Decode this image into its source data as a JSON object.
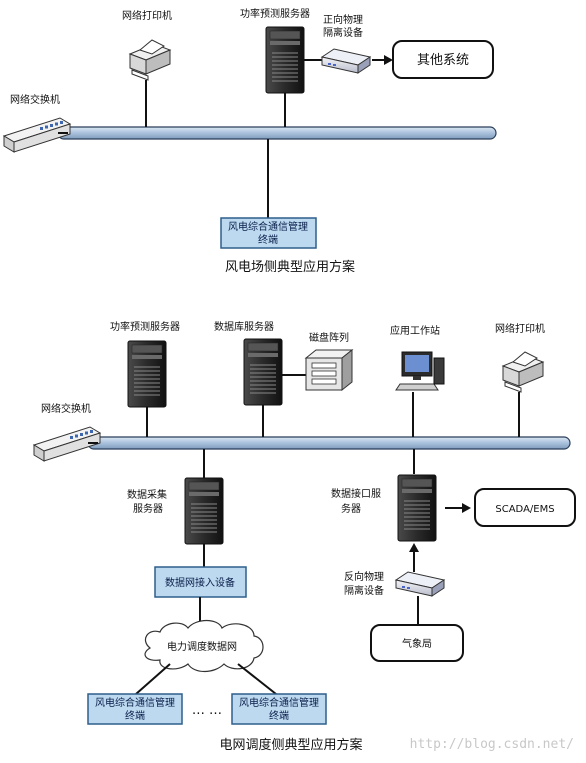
{
  "top": {
    "printer_label": "网络打印机",
    "forecast_server_label": "功率预测服务器",
    "isolation_forward_label": [
      "正向物理",
      "隔离设备"
    ],
    "other_system_label": "其他系统",
    "switch_label": "网络交换机",
    "terminal_label": [
      "风电综合通信管理",
      "终端"
    ],
    "caption": "风电场侧典型应用方案"
  },
  "bottom": {
    "forecast_server_label": "功率预测服务器",
    "db_server_label": "数据库服务器",
    "disk_array_label": "磁盘阵列",
    "workstation_label": "应用工作站",
    "printer_label": "网络打印机",
    "switch_label": "网络交换机",
    "collect_server_label": [
      "数据采集",
      "服务器"
    ],
    "interface_server_label": [
      "数据接口服",
      "务器"
    ],
    "scada_label": "SCADA/EMS",
    "access_device_label": "数据网接入设备",
    "reverse_isolation_label": [
      "反向物理",
      "隔离设备"
    ],
    "dispatch_network_label": "电力调度数据网",
    "weather_bureau_label": "气象局",
    "terminal1_label": [
      "风电综合通信管理",
      "终端"
    ],
    "terminal2_label": [
      "风电综合通信管理",
      "终端"
    ],
    "ellipsis": "… …",
    "caption": "电网调度侧典型应用方案"
  },
  "watermark": "http://blog.csdn.net/",
  "colors": {
    "bus_fill": "#a9c1dc",
    "bus_stroke": "#2b3f5a",
    "blue_box_fill": "#bcd9f0",
    "blue_box_stroke": "#2e5e8a"
  }
}
